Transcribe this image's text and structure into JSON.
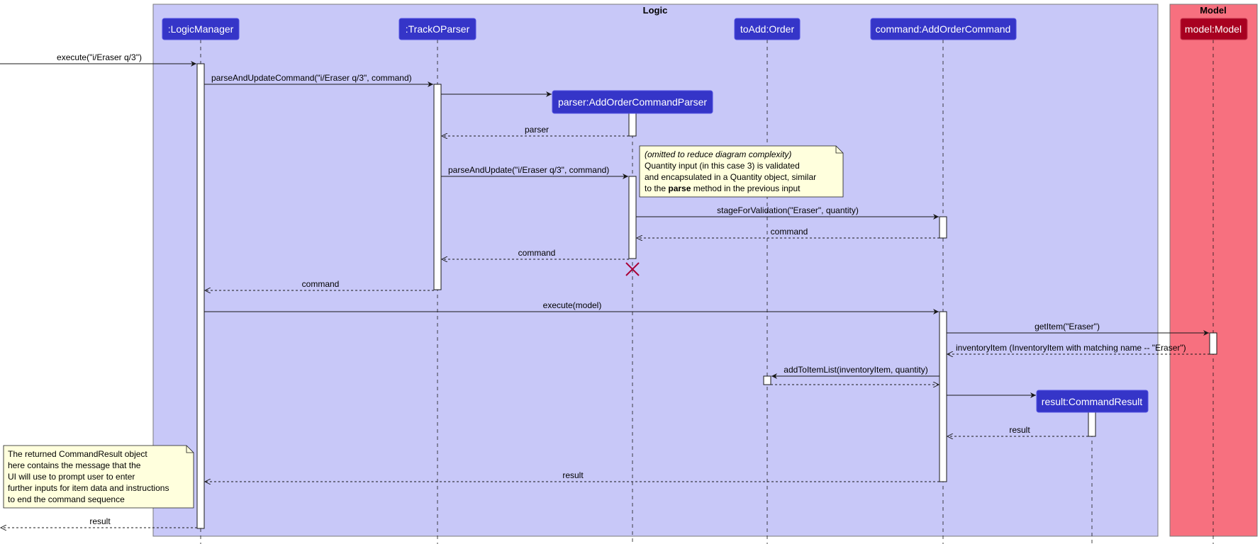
{
  "groups": {
    "logic": {
      "title": "Logic",
      "color": "#c8c8f8"
    },
    "model": {
      "title": "Model",
      "color": "#f7707f"
    }
  },
  "participants": {
    "logic_manager": ":LogicManager",
    "parser": ":TrackOParser",
    "to_add": "toAdd:Order",
    "command": "command:AddOrderCommand",
    "model": "model:Model",
    "aoc_parser": "parser:AddOrderCommandParser",
    "result": "result:CommandResult"
  },
  "messages": {
    "m1": "execute(\"i/Eraser q/3\")",
    "m2": "parseAndUpdateCommand(\"i/Eraser q/3\", command)",
    "m3": "parser",
    "m4": "parseAndUpdate(\"i/Eraser q/3\", command)",
    "m5": "stageForValidation(\"Eraser\", quantity)",
    "m6": "command",
    "m7": "command",
    "m8": "command",
    "m9": "execute(model)",
    "m10": "getItem(\"Eraser\")",
    "m11": "inventoryItem (InventoryItem with matching name -- \"Eraser\")",
    "m12": "addToItemList(inventoryItem, quantity)",
    "m13": "result",
    "m14": "result",
    "m15": "result"
  },
  "notes": {
    "parse_note": {
      "italic": "(omitted to reduce diagram complexity)",
      "line2": "Quantity input (in this case 3) is validated",
      "line3": "and encapsulated in a Quantity object, similar",
      "line4_pre": "to the ",
      "line4_bold": "parse",
      "line4_post": " method in the previous input"
    },
    "result_note": {
      "line1": "The returned CommandResult object",
      "line2": "here contains the message that the",
      "line3": "UI will use to prompt user to enter",
      "line4": "further inputs for item data and instructions",
      "line5": "to end the command sequence"
    }
  },
  "colors": {
    "participant_fill": "#3535c8",
    "model_participant_fill": "#a80020",
    "note_fill": "#ffffdd",
    "destroy_mark": "#a80036"
  }
}
